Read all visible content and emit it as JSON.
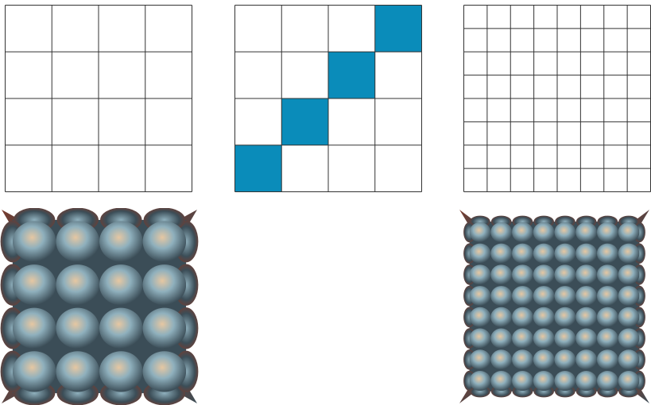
{
  "panels": [
    {
      "kind": "grid",
      "rows": 4,
      "cols": 4,
      "highlight": []
    },
    {
      "kind": "grid",
      "rows": 4,
      "cols": 4,
      "highlight": [
        [
          0,
          3
        ],
        [
          1,
          2
        ],
        [
          2,
          1
        ],
        [
          3,
          0
        ]
      ]
    },
    {
      "kind": "grid",
      "rows": 8,
      "cols": 8,
      "highlight": []
    },
    {
      "kind": "surface",
      "bumps_per_side": 4
    },
    {
      "kind": "surface",
      "bumps_per_side": 8
    }
  ],
  "colors": {
    "grid_line": "#333333",
    "highlight": "#0a8cba",
    "background": "#ffffff",
    "surface_highlight": "#e6c7a2",
    "surface_mid": "#8fb0bd",
    "surface_shadow": "#3b4d57",
    "surface_edge": "#7a3a2b"
  }
}
